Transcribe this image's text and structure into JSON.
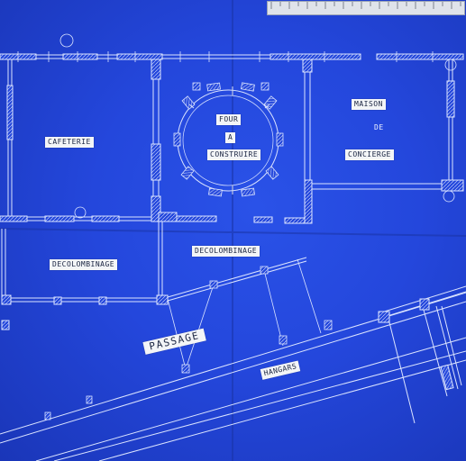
{
  "labels": {
    "cafeteria": "CAFETERIE",
    "four_line1": "FOUR",
    "four_line2": "A",
    "four_line3": "CONSTRUIRE",
    "maison_line1": "MAISON",
    "maison_line2": "DE",
    "maison_line3": "CONCIERGE",
    "decolombinage_left": "DECOLOMBINAGE",
    "decolombinage_mid": "DECOLOMBINAGE",
    "passage": "PASSAGE",
    "hangars": "HANGARS"
  },
  "colors": {
    "paper": "#2447dc",
    "line": "#dbe4ff",
    "label_bg": "#f3f5f7"
  }
}
